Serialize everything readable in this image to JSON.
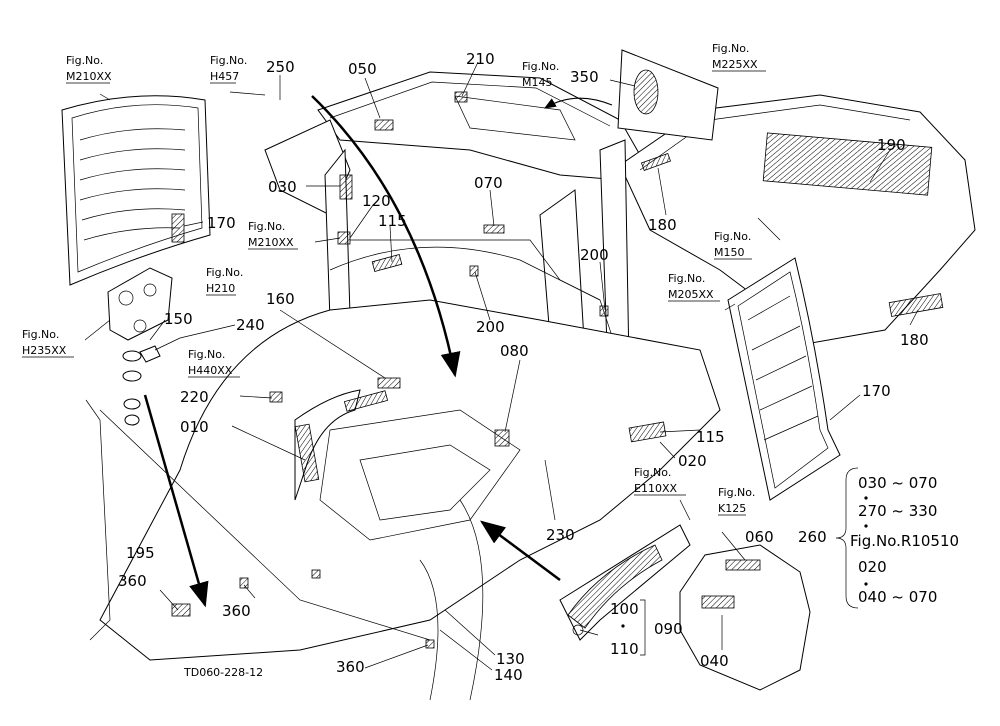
{
  "fig_refs": {
    "m210_top": {
      "prefix": "Fig.No.",
      "code": "M210XX"
    },
    "h457": {
      "prefix": "Fig.No.",
      "code": "H457"
    },
    "m145": {
      "prefix": "Fig.No.",
      "code": "M145"
    },
    "m225": {
      "prefix": "Fig.No.",
      "code": "M225XX"
    },
    "m210_mid": {
      "prefix": "Fig.No.",
      "code": "M210XX"
    },
    "h210": {
      "prefix": "Fig.No.",
      "code": "H210"
    },
    "h235": {
      "prefix": "Fig.No.",
      "code": "H235XX"
    },
    "h440": {
      "prefix": "Fig.No.",
      "code": "H440XX"
    },
    "m150": {
      "prefix": "Fig.No.",
      "code": "M150"
    },
    "m205": {
      "prefix": "Fig.No.",
      "code": "M205XX"
    },
    "e110": {
      "prefix": "Fig.No.",
      "code": "E110XX"
    },
    "k125": {
      "prefix": "Fig.No.",
      "code": "K125"
    }
  },
  "callouts": {
    "c250": "250",
    "c050": "050",
    "c210": "210",
    "c350": "350",
    "c190": "190",
    "c030": "030",
    "c120": "120",
    "c115a": "115",
    "c070": "070",
    "c180a": "180",
    "c170a": "170",
    "c150": "150",
    "c240": "240",
    "c160": "160",
    "c200a": "200",
    "c200b": "200",
    "c080": "080",
    "c180b": "180",
    "c220": "220",
    "c010": "010",
    "c115b": "115",
    "c170b": "170",
    "c020": "020",
    "c230": "230",
    "c060": "060",
    "c195": "195",
    "c360a": "360",
    "c360b": "360",
    "c360c": "360",
    "c100": "100",
    "c090": "090",
    "c110": "110",
    "c130": "130",
    "c140": "140",
    "c040": "040"
  },
  "legend": {
    "label": "260",
    "line1": "030 ~ 070",
    "line2": "270 ~ 330",
    "line3": "Fig.No.R10510",
    "line4": "020",
    "line5": "040 ~ 070"
  },
  "footer": {
    "drawing_code": "TD060-228-12"
  }
}
